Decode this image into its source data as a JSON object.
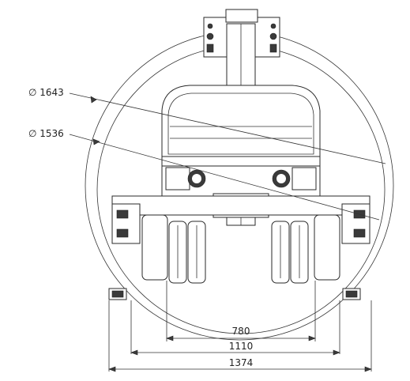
{
  "dimensions": {
    "diameter_outer": "∅ 1643",
    "diameter_inner": "∅ 1536",
    "width_inner": "780",
    "width_middle": "1110",
    "width_outer": "1374"
  },
  "colors": {
    "line": "#333333",
    "fill_dark": "#3a3a3a",
    "background": "#ffffff"
  }
}
